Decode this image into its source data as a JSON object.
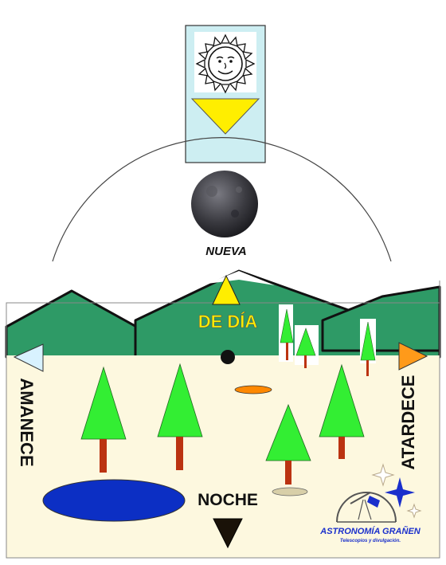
{
  "labels": {
    "phase": "NUEVA",
    "day": "DE DÍA",
    "dawn": "AMANECE",
    "dusk": "ATARDECE",
    "night": "NOCHE"
  },
  "logo": {
    "name": "ASTRONOMÍA GRAÑEN",
    "tagline": "Telescopios y divulgación."
  },
  "icons": {
    "sun": "sun-face-icon",
    "moon": "new-moon-icon",
    "sparkle": "star-sparkle-icon",
    "telescope": "telescope-dome-icon"
  },
  "colors": {
    "sky_panel": "#cdeef2",
    "panel_arrow": "#ffee00",
    "mountain": "#2e9a66",
    "ground": "#fdf8df",
    "tree": "#33ee33",
    "trunk": "#bb3311",
    "lake": "#0c2fc4",
    "dawn_arrow": "#d8f2ff",
    "dusk_arrow": "#ff9a1a",
    "day_arrow": "#ffee00",
    "night_arrow": "#1a1208",
    "logo_blue": "#1a2fcc"
  }
}
